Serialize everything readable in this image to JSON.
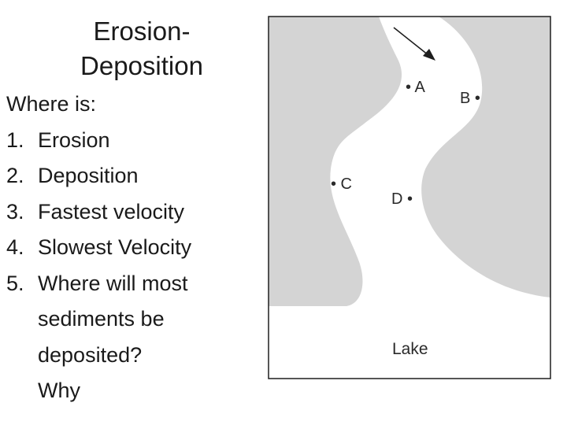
{
  "slide": {
    "title_line1": "Erosion-",
    "title_line2": "Deposition",
    "intro": "Where is:",
    "items": [
      {
        "number": "1.",
        "text": "Erosion"
      },
      {
        "number": "2.",
        "text": "Deposition"
      },
      {
        "number": "3.",
        "text": "Fastest velocity"
      },
      {
        "number": "4.",
        "text": "Slowest Velocity"
      },
      {
        "number": "5.",
        "text": "Where will most\nsediments be deposited?\nWhy"
      }
    ]
  },
  "diagram": {
    "land_color": "#d4d4d4",
    "water_color": "#ffffff",
    "border_color": "#1e1e1e",
    "flow_arrow_icon": "flow-direction-arrow",
    "labels": {
      "a": "• A",
      "b": "B •",
      "c": "• C",
      "d": "D •",
      "lake": "Lake"
    }
  }
}
